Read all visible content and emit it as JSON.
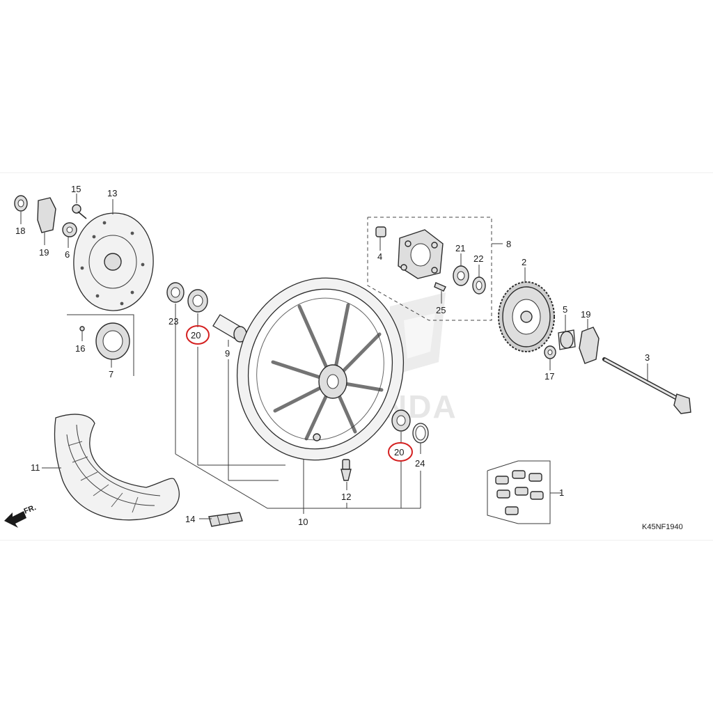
{
  "diagram": {
    "diagram_code": "K45NF1940",
    "direction_label": "FR.",
    "watermark": "HONDA",
    "callouts": [
      "1",
      "2",
      "3",
      "4",
      "5",
      "6",
      "7",
      "8",
      "9",
      "10",
      "11",
      "12",
      "13",
      "14",
      "15",
      "16",
      "17",
      "18",
      "19",
      "19",
      "20",
      "20",
      "21",
      "22",
      "23",
      "24",
      "25"
    ],
    "highlight_color": "#d42020"
  }
}
